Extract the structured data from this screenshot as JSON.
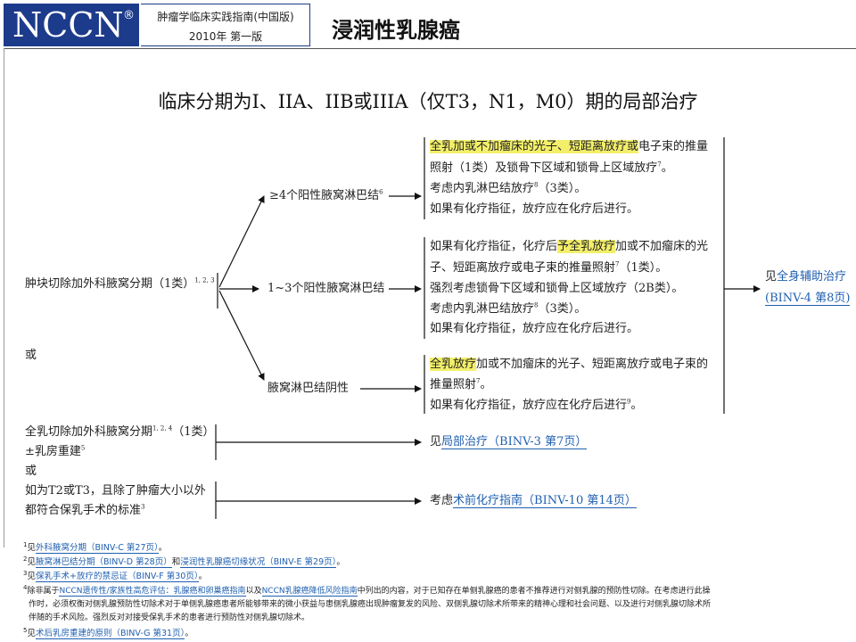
{
  "header": {
    "logo": "NCCN",
    "reg_mark": "®",
    "guide_name": "肿瘤学临床实践指南(中国版)",
    "edition": "2010年  第一版",
    "section_title": "浸润性乳腺癌"
  },
  "title": "临床分期为I、IIA、IIB或IIIA（仅T3，N1，M0）期的局部治疗",
  "left": {
    "lumpectomy": "肿块切除加外科腋窝分期（1类）",
    "lumpectomy_sup": "1, 2, 3",
    "or1": "或",
    "mastectomy_l1": "全乳切除加外科腋窝分期",
    "mastectomy_sup": "1, 2, 4",
    "mastectomy_l1b": "（1类）",
    "mastectomy_l2": "±乳房重建",
    "mastectomy_l2_sup": "5",
    "or2": "或",
    "preop_l1": "如为T2或T3，且除了肿瘤大小以外",
    "preop_l2": "都符合保乳手术的标准",
    "preop_l2_sup": "3"
  },
  "middle": {
    "n4": "≥4个阳性腋窝淋巴结",
    "n4_sup": "6",
    "n13": "1~3个阳性腋窝淋巴结",
    "neg": "腋窝淋巴结阴性"
  },
  "box1": {
    "l1_hl": "全乳加或不加瘤床的光子、短距离放疗或",
    "l1_rest": "电子束的推量",
    "l2": "照射（1类）及锁骨下区域和锁骨上区域放疗",
    "l2_sup": "7",
    "l2_end": "。",
    "l3": "考虑内乳淋巴结放疗",
    "l3_sup": "8",
    "l3_end": "（3类）。",
    "l4": "如果有化疗指征，放疗应在化疗后进行。"
  },
  "box2": {
    "l1_a": "如果有化疗指征，化疗后",
    "l1_hl": "予全乳放疗",
    "l1_b": "加或不加瘤床的光",
    "l2": "子、短距离放疗或电子束的推量照射",
    "l2_sup": "7",
    "l2_end": "（1类）。",
    "l3": "强烈考虑锁骨下区域和锁骨上区域放疗（2B类）。",
    "l4": "考虑内乳淋巴结放疗",
    "l4_sup": "8",
    "l4_end": "（3类）。",
    "l5": "如果有化疗指征，放疗应在化疗后进行。"
  },
  "box3": {
    "l1_hl": "全乳放疗",
    "l1_rest": "加或不加瘤床的光子、短距离放疗或电子束的",
    "l2": "推量照射",
    "l2_sup": "7",
    "l2_end": "。",
    "l3": "如果有化疗指征，放疗应在化疗后进行",
    "l3_sup": "9",
    "l3_end": "。"
  },
  "right": {
    "prefix": "见",
    "link": "全身辅助治疗",
    "ref": "(BINV-4 第8页)"
  },
  "local": {
    "prefix": "见",
    "link": "局部治疗（BINV-3 第7页）"
  },
  "preop": {
    "prefix": "考虑",
    "link": "术前化疗指南（BINV-10 第14页）"
  },
  "footnotes": [
    {
      "num": "1",
      "pre": "见",
      "link": "外科腋窝分期（BINV-C 第27页）",
      "post": "。"
    },
    {
      "num": "2",
      "pre": "见",
      "link": "腋窝淋巴结分期（BINV-D 第28页）",
      "mid": "和",
      "link2": "浸润性乳腺癌切缘状况（BINV-E 第29页）",
      "post": "。"
    },
    {
      "num": "3",
      "pre": "见",
      "link": "保乳手术+放疗的禁忌证（BINV-F 第30页）",
      "post": "。"
    },
    {
      "num": "4",
      "l1_pre": "除非属于",
      "l1_link": "NCCN遗传性/家族性高危评估：乳腺癌和卵巢癌指南",
      "l1_mid": "以及",
      "l1_link2": "NCCN乳腺癌降低风险指南",
      "l1_post": "中列出的内容，对于已知存在单侧乳腺癌的患者不推荐进行对侧乳腺的预防性切除。在考虑进行此操",
      "l2": "作时，必须权衡对侧乳腺预防性切除术对于单侧乳腺癌患者所能够带来的微小获益与患侧乳腺癌出现肿瘤复发的风险、双侧乳腺切除术所带来的精神心理和社会问题、以及进行对侧乳腺切除术所",
      "l3": "伴随的手术风险。强烈反对对接受保乳手术的患者进行预防性对侧乳腺切除术。"
    },
    {
      "num": "5",
      "pre": "见",
      "link": "术后乳房重建的原则（BINV-G 第31页）",
      "post": "。"
    }
  ]
}
